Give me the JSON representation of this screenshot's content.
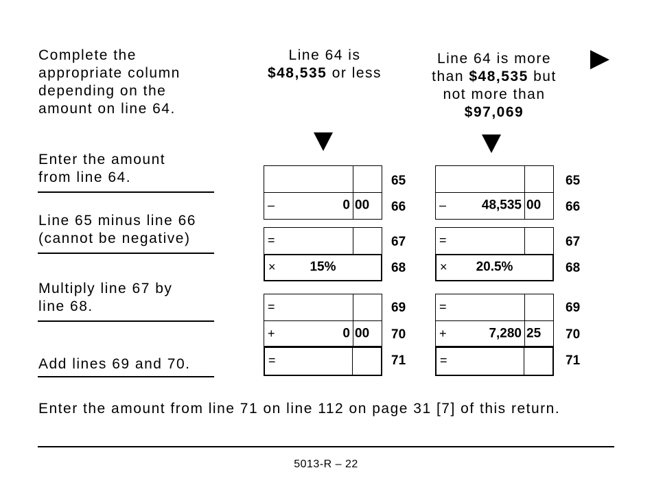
{
  "instructions": {
    "intro": [
      "Complete the",
      "appropriate column",
      "depending on the",
      "amount on line 64."
    ],
    "enter_amount": [
      "Enter the amount",
      "from line 64."
    ],
    "minus": [
      "Line 65 minus line 66",
      "(cannot be negative)"
    ],
    "multiply": [
      "Multiply line 67 by",
      "line 68."
    ],
    "add": "Add lines 69 and 70."
  },
  "column1": {
    "header": {
      "line1": "Line 64 is",
      "amount": "$48,535",
      "rest": " or less"
    },
    "line66": {
      "op": "–",
      "dollars": "0",
      "cents": "00"
    },
    "line67": {
      "op": "="
    },
    "line68": {
      "op": "×",
      "rate": "15%"
    },
    "line69": {
      "op": "="
    },
    "line70": {
      "op": "+",
      "dollars": "0",
      "cents": "00"
    },
    "line71": {
      "op": "="
    }
  },
  "column2": {
    "header": {
      "line1": "Line 64 is more",
      "line2_pre": "than ",
      "line2_amount": "$48,535",
      "line2_post": " but",
      "line3": "not more than",
      "line4": "$97,069"
    },
    "line66": {
      "op": "–",
      "dollars": "48,535",
      "cents": "00"
    },
    "line67": {
      "op": "="
    },
    "line68": {
      "op": "×",
      "rate": "20.5%"
    },
    "line69": {
      "op": "="
    },
    "line70": {
      "op": "+",
      "dollars": "7,280",
      "cents": "25"
    },
    "line71": {
      "op": "="
    }
  },
  "line_numbers": {
    "l65": "65",
    "l66": "66",
    "l67": "67",
    "l68": "68",
    "l69": "69",
    "l70": "70",
    "l71": "71"
  },
  "footer": {
    "instruction": "Enter the amount from line 71 on line 112 on page 31 [7] of this return.",
    "page": "5013-R – 22"
  },
  "icons": {
    "down": "down-triangle-icon",
    "right": "right-triangle-icon"
  }
}
